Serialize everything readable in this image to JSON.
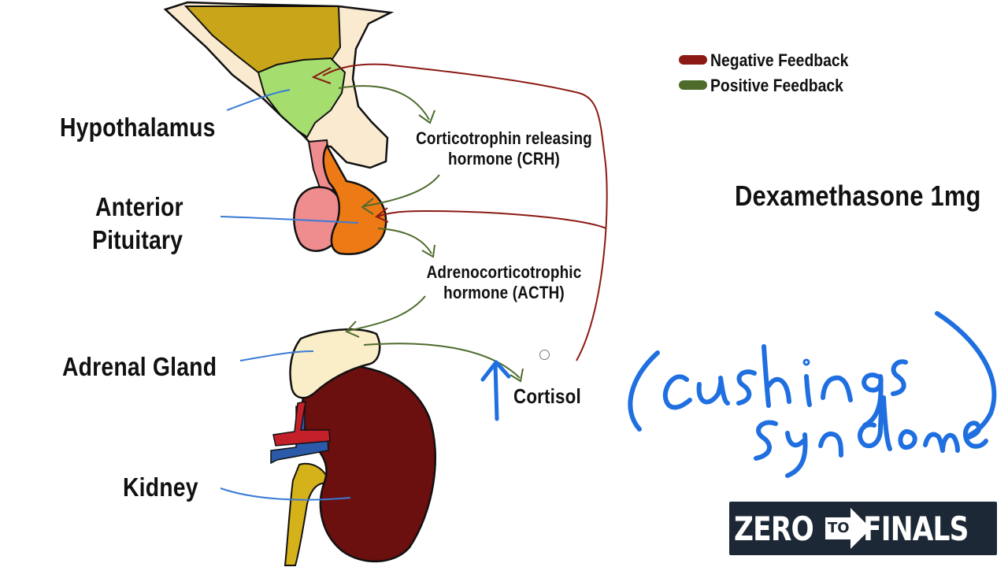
{
  "labels": {
    "hypothalamus": "Hypothalamus",
    "anterior_pituitary_line1": "Anterior",
    "anterior_pituitary_line2": "Pituitary",
    "adrenal_gland": "Adrenal Gland",
    "kidney": "Kidney"
  },
  "hormones": {
    "crh_line1": "Corticotrophin releasing",
    "crh_line2": "hormone (CRH)",
    "acth_line1": "Adrenocorticotrophic",
    "acth_line2": "hormone (ACTH)",
    "cortisol": "Cortisol"
  },
  "legend": [
    {
      "label": "Negative Feedback",
      "color": "#8b1a14"
    },
    {
      "label": "Positive Feedback",
      "color": "#4e6b2c"
    }
  ],
  "test_title": "Dexamethasone 1mg",
  "handwritten_note": "(Cushings Syndrome)",
  "logo": {
    "part1": "ZERO",
    "part2": "TO",
    "part3": "FINALS"
  },
  "colors": {
    "negative_feedback": "#8b1a14",
    "positive_feedback": "#4e6b2c",
    "pointer_lines": "#3a7bd5",
    "handwriting": "#1f6fe0",
    "logo_background": "#1d2836"
  }
}
